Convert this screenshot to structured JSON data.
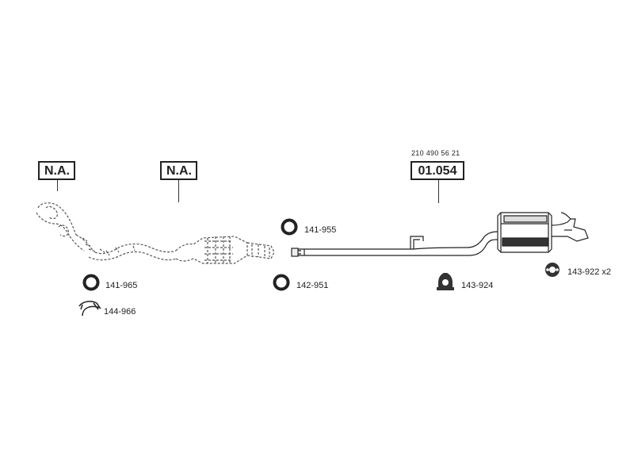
{
  "boxes": {
    "na_left": "N.A.",
    "na_middle": "N.A.",
    "part_main": "01.054"
  },
  "main_oem_number": "210 490 56 21",
  "parts": {
    "p141_955": "141-955",
    "p142_951": "142-951",
    "p141_965": "141-965",
    "p144_966": "144-966",
    "p143_924": "143-924",
    "p143_922": "143-922 x2"
  },
  "icons": {
    "gasket_ring": "ring-gasket-icon",
    "clamp": "clamp-icon",
    "rubber_hanger": "rubber-mount-icon",
    "hanger_ring": "rubber-ring-hanger-icon"
  }
}
